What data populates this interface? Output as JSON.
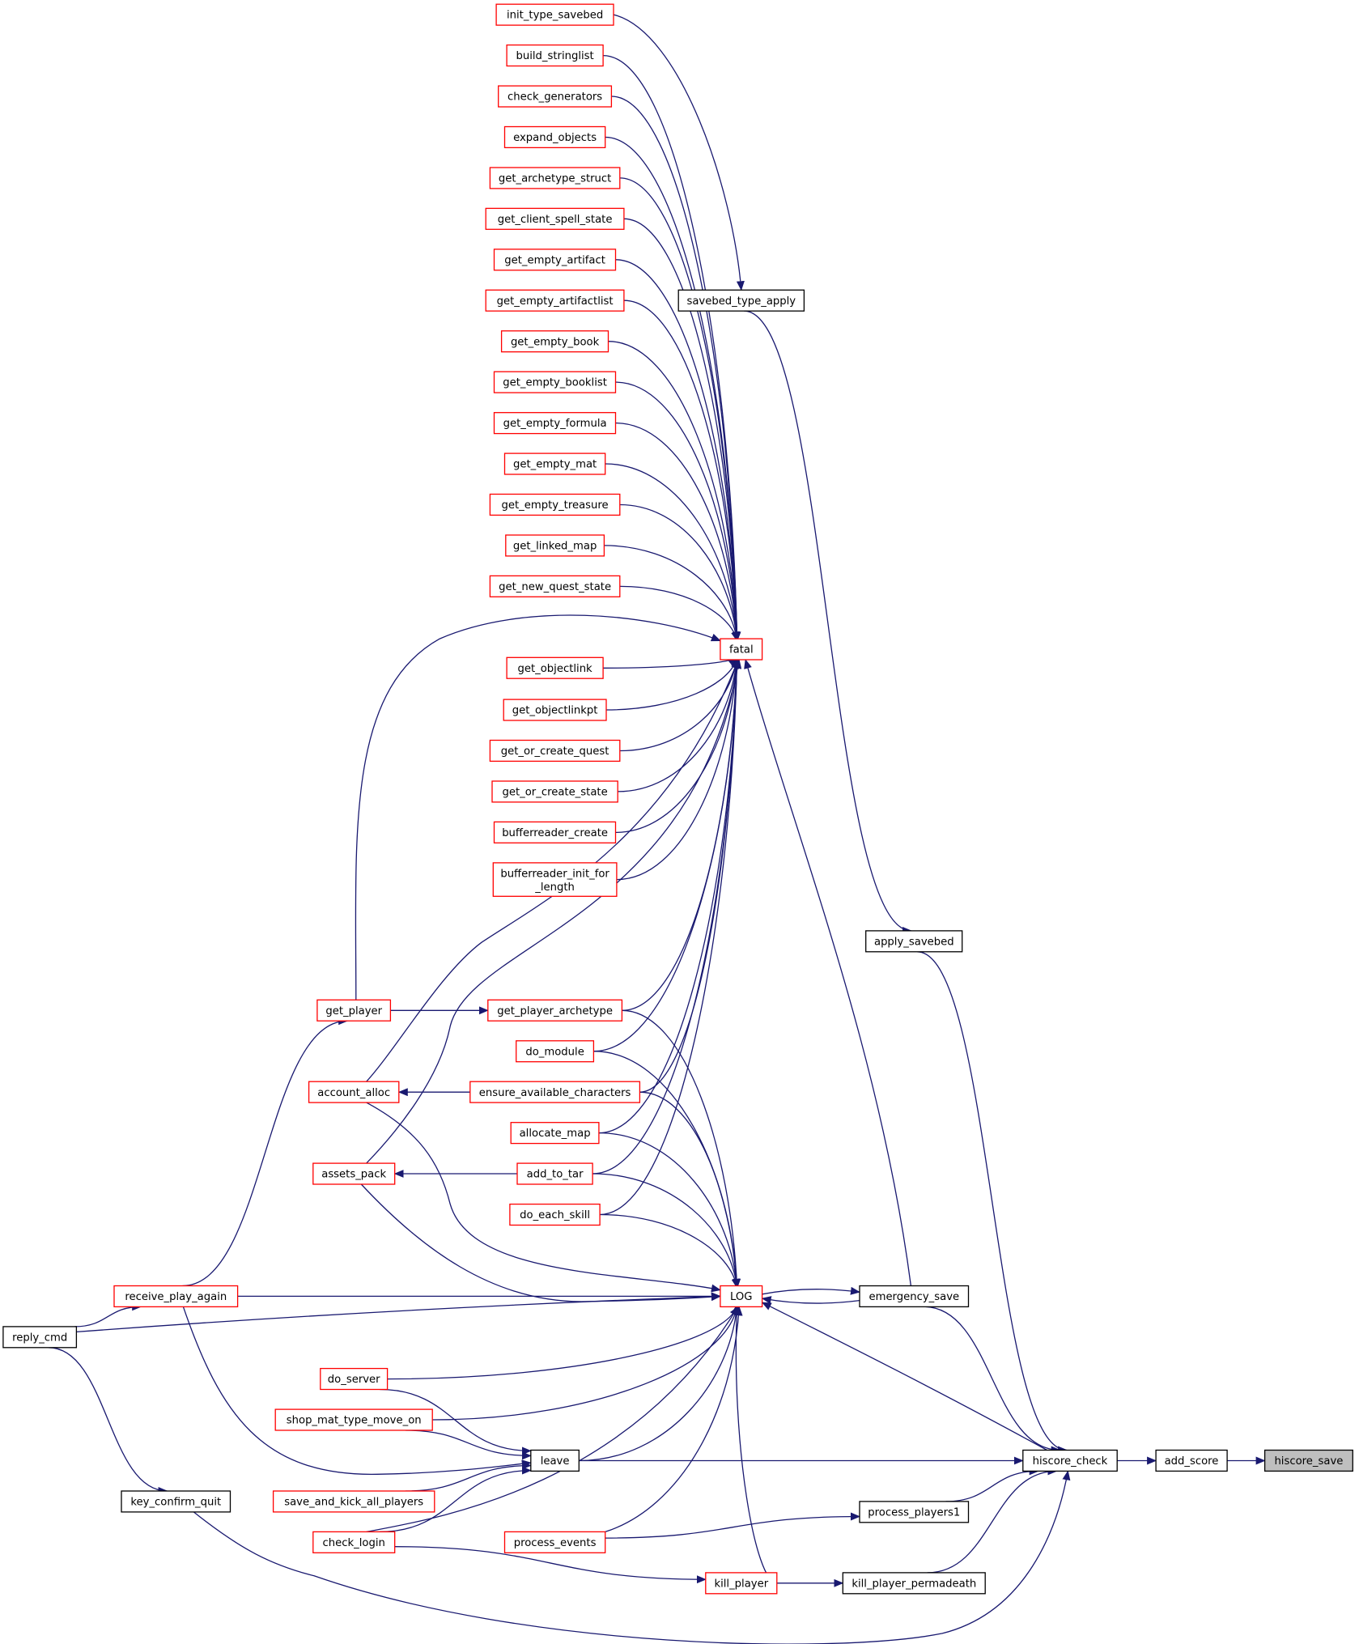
{
  "colors": {
    "edge": "#191970",
    "link_border": "#ff0000",
    "plain_border": "#000000",
    "focus_fill": "#bfbfbf",
    "node_fill": "#ffffff"
  },
  "nodes": [
    {
      "id": "init_type_savebed",
      "label": "init_type_savebed",
      "style": "link"
    },
    {
      "id": "build_stringlist",
      "label": "build_stringlist",
      "style": "link"
    },
    {
      "id": "check_generators",
      "label": "check_generators",
      "style": "link"
    },
    {
      "id": "expand_objects",
      "label": "expand_objects",
      "style": "link"
    },
    {
      "id": "get_archetype_struct",
      "label": "get_archetype_struct",
      "style": "link"
    },
    {
      "id": "get_client_spell_state",
      "label": "get_client_spell_state",
      "style": "link"
    },
    {
      "id": "get_empty_artifact",
      "label": "get_empty_artifact",
      "style": "link"
    },
    {
      "id": "get_empty_artifactlist",
      "label": "get_empty_artifactlist",
      "style": "link"
    },
    {
      "id": "get_empty_book",
      "label": "get_empty_book",
      "style": "link"
    },
    {
      "id": "get_empty_booklist",
      "label": "get_empty_booklist",
      "style": "link"
    },
    {
      "id": "get_empty_formula",
      "label": "get_empty_formula",
      "style": "link"
    },
    {
      "id": "get_empty_mat",
      "label": "get_empty_mat",
      "style": "link"
    },
    {
      "id": "get_empty_treasure",
      "label": "get_empty_treasure",
      "style": "link"
    },
    {
      "id": "get_linked_map",
      "label": "get_linked_map",
      "style": "link"
    },
    {
      "id": "get_new_quest_state",
      "label": "get_new_quest_state",
      "style": "link"
    },
    {
      "id": "get_objectlink",
      "label": "get_objectlink",
      "style": "link"
    },
    {
      "id": "get_objectlinkpt",
      "label": "get_objectlinkpt",
      "style": "link"
    },
    {
      "id": "get_or_create_quest",
      "label": "get_or_create_quest",
      "style": "link"
    },
    {
      "id": "get_or_create_state",
      "label": "get_or_create_state",
      "style": "link"
    },
    {
      "id": "bufferreader_create",
      "label": "bufferreader_create",
      "style": "link"
    },
    {
      "id": "bufferreader_init_for_length",
      "label": "bufferreader_init_for",
      "label2": "_length",
      "style": "link"
    },
    {
      "id": "get_player",
      "label": "get_player",
      "style": "link"
    },
    {
      "id": "get_player_archetype",
      "label": "get_player_archetype",
      "style": "link"
    },
    {
      "id": "do_module",
      "label": "do_module",
      "style": "link"
    },
    {
      "id": "account_alloc",
      "label": "account_alloc",
      "style": "link"
    },
    {
      "id": "ensure_available_characters",
      "label": "ensure_available_characters",
      "style": "link"
    },
    {
      "id": "allocate_map",
      "label": "allocate_map",
      "style": "link"
    },
    {
      "id": "assets_pack",
      "label": "assets_pack",
      "style": "link"
    },
    {
      "id": "add_to_tar",
      "label": "add_to_tar",
      "style": "link"
    },
    {
      "id": "do_each_skill",
      "label": "do_each_skill",
      "style": "link"
    },
    {
      "id": "receive_play_again",
      "label": "receive_play_again",
      "style": "link"
    },
    {
      "id": "reply_cmd",
      "label": "reply_cmd",
      "style": "plain"
    },
    {
      "id": "do_server",
      "label": "do_server",
      "style": "link"
    },
    {
      "id": "shop_mat_type_move_on",
      "label": "shop_mat_type_move_on",
      "style": "link"
    },
    {
      "id": "leave",
      "label": "leave",
      "style": "plain"
    },
    {
      "id": "key_confirm_quit",
      "label": "key_confirm_quit",
      "style": "plain"
    },
    {
      "id": "save_and_kick_all_players",
      "label": "save_and_kick_all_players",
      "style": "link"
    },
    {
      "id": "check_login",
      "label": "check_login",
      "style": "link"
    },
    {
      "id": "process_events",
      "label": "process_events",
      "style": "link"
    },
    {
      "id": "kill_player",
      "label": "kill_player",
      "style": "link"
    },
    {
      "id": "fatal",
      "label": "fatal",
      "style": "link"
    },
    {
      "id": "LOG",
      "label": "LOG",
      "style": "link"
    },
    {
      "id": "savebed_type_apply",
      "label": "savebed_type_apply",
      "style": "plain"
    },
    {
      "id": "apply_savebed",
      "label": "apply_savebed",
      "style": "plain"
    },
    {
      "id": "emergency_save",
      "label": "emergency_save",
      "style": "plain"
    },
    {
      "id": "process_players1",
      "label": "process_players1",
      "style": "plain"
    },
    {
      "id": "kill_player_permadeath",
      "label": "kill_player_permadeath",
      "style": "plain"
    },
    {
      "id": "hiscore_check",
      "label": "hiscore_check",
      "style": "plain"
    },
    {
      "id": "add_score",
      "label": "add_score",
      "style": "plain"
    },
    {
      "id": "hiscore_save",
      "label": "hiscore_save",
      "style": "focus"
    }
  ],
  "edges": [
    {
      "from": "init_type_savebed",
      "to": "savebed_type_apply"
    },
    {
      "from": "build_stringlist",
      "to": "fatal"
    },
    {
      "from": "check_generators",
      "to": "fatal"
    },
    {
      "from": "expand_objects",
      "to": "fatal"
    },
    {
      "from": "get_archetype_struct",
      "to": "fatal"
    },
    {
      "from": "get_client_spell_state",
      "to": "fatal"
    },
    {
      "from": "get_empty_artifact",
      "to": "fatal"
    },
    {
      "from": "get_empty_artifactlist",
      "to": "fatal"
    },
    {
      "from": "get_empty_book",
      "to": "fatal"
    },
    {
      "from": "get_empty_booklist",
      "to": "fatal"
    },
    {
      "from": "get_empty_formula",
      "to": "fatal"
    },
    {
      "from": "get_empty_mat",
      "to": "fatal"
    },
    {
      "from": "get_empty_treasure",
      "to": "fatal"
    },
    {
      "from": "get_linked_map",
      "to": "fatal"
    },
    {
      "from": "get_new_quest_state",
      "to": "fatal"
    },
    {
      "from": "get_player",
      "to": "fatal"
    },
    {
      "from": "get_objectlink",
      "to": "fatal"
    },
    {
      "from": "get_objectlinkpt",
      "to": "fatal"
    },
    {
      "from": "get_or_create_quest",
      "to": "fatal"
    },
    {
      "from": "get_or_create_state",
      "to": "fatal"
    },
    {
      "from": "bufferreader_create",
      "to": "fatal"
    },
    {
      "from": "bufferreader_init_for_length",
      "to": "fatal"
    },
    {
      "from": "account_alloc",
      "to": "fatal"
    },
    {
      "from": "assets_pack",
      "to": "fatal"
    },
    {
      "from": "get_player_archetype",
      "to": "fatal"
    },
    {
      "from": "do_module",
      "to": "fatal"
    },
    {
      "from": "ensure_available_characters",
      "to": "fatal"
    },
    {
      "from": "allocate_map",
      "to": "fatal"
    },
    {
      "from": "add_to_tar",
      "to": "fatal"
    },
    {
      "from": "do_each_skill",
      "to": "fatal"
    },
    {
      "from": "emergency_save",
      "to": "fatal"
    },
    {
      "from": "savebed_type_apply",
      "to": "apply_savebed"
    },
    {
      "from": "apply_savebed",
      "to": "hiscore_check"
    },
    {
      "from": "get_player",
      "to": "get_player_archetype"
    },
    {
      "from": "receive_play_again",
      "to": "get_player"
    },
    {
      "from": "ensure_available_characters",
      "to": "account_alloc"
    },
    {
      "from": "add_to_tar",
      "to": "assets_pack"
    },
    {
      "from": "get_player_archetype",
      "to": "LOG"
    },
    {
      "from": "do_module",
      "to": "LOG"
    },
    {
      "from": "ensure_available_characters",
      "to": "LOG"
    },
    {
      "from": "allocate_map",
      "to": "LOG"
    },
    {
      "from": "add_to_tar",
      "to": "LOG"
    },
    {
      "from": "do_each_skill",
      "to": "LOG"
    },
    {
      "from": "account_alloc",
      "to": "LOG"
    },
    {
      "from": "assets_pack",
      "to": "LOG"
    },
    {
      "from": "receive_play_again",
      "to": "LOG"
    },
    {
      "from": "reply_cmd",
      "to": "LOG"
    },
    {
      "from": "do_server",
      "to": "LOG"
    },
    {
      "from": "shop_mat_type_move_on",
      "to": "LOG"
    },
    {
      "from": "leave",
      "to": "LOG"
    },
    {
      "from": "check_login",
      "to": "LOG"
    },
    {
      "from": "process_events",
      "to": "LOG"
    },
    {
      "from": "kill_player",
      "to": "LOG"
    },
    {
      "from": "emergency_save",
      "to": "LOG"
    },
    {
      "from": "LOG",
      "to": "emergency_save"
    },
    {
      "from": "hiscore_check",
      "to": "LOG"
    },
    {
      "from": "reply_cmd",
      "to": "receive_play_again"
    },
    {
      "from": "reply_cmd",
      "to": "key_confirm_quit"
    },
    {
      "from": "do_server",
      "to": "leave"
    },
    {
      "from": "shop_mat_type_move_on",
      "to": "leave"
    },
    {
      "from": "receive_play_again",
      "to": "leave"
    },
    {
      "from": "save_and_kick_all_players",
      "to": "leave"
    },
    {
      "from": "check_login",
      "to": "leave"
    },
    {
      "from": "check_login",
      "to": "kill_player"
    },
    {
      "from": "leave",
      "to": "hiscore_check"
    },
    {
      "from": "emergency_save",
      "to": "hiscore_check"
    },
    {
      "from": "process_events",
      "to": "process_players1"
    },
    {
      "from": "process_players1",
      "to": "hiscore_check"
    },
    {
      "from": "kill_player",
      "to": "kill_player_permadeath"
    },
    {
      "from": "kill_player_permadeath",
      "to": "hiscore_check"
    },
    {
      "from": "key_confirm_quit",
      "to": "hiscore_check"
    },
    {
      "from": "hiscore_check",
      "to": "add_score"
    },
    {
      "from": "add_score",
      "to": "hiscore_save"
    }
  ]
}
